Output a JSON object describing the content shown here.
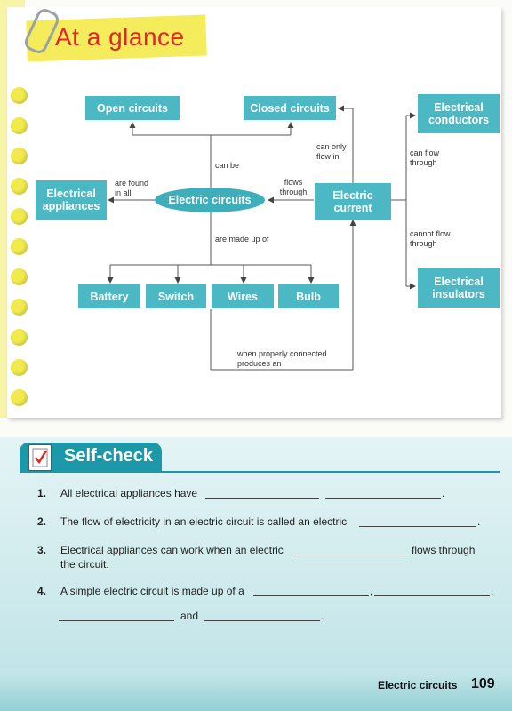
{
  "header": {
    "title": "At a glance"
  },
  "diagram": {
    "nodes": {
      "open": "Open circuits",
      "closed": "Closed circuits",
      "conductors": "Electrical conductors",
      "appliances": "Electrical appliances",
      "circuits": "Electric circuits",
      "current": "Electric current",
      "insulators": "Electrical insulators",
      "battery": "Battery",
      "switch": "Switch",
      "wires": "Wires",
      "bulb": "Bulb"
    },
    "labels": {
      "can_be": "can be",
      "found_in": "are found in all",
      "made_up_of": "are made up of",
      "can_only_flow": "can only flow in",
      "flows_through": "flows through",
      "can_flow_through": "can flow through",
      "cannot_flow_through": "cannot flow through",
      "when_connected": "when properly connected produces an"
    }
  },
  "self_check": {
    "title": "Self-check",
    "questions": [
      {
        "num": "1.",
        "text_a": "All electrical appliances have",
        "text_b": "."
      },
      {
        "num": "2.",
        "text_a": "The flow of electricity in an electric circuit is called an electric",
        "text_b": "."
      },
      {
        "num": "3.",
        "text_a": "Electrical appliances can work when an electric",
        "text_b": "flows through",
        "text_c": "the circuit."
      },
      {
        "num": "4.",
        "text_a": "A simple electric circuit is made up of a",
        "text_b": ",",
        "text_c": ",",
        "text_d": "and",
        "text_e": "."
      }
    ]
  },
  "footer": {
    "chapter": "Electric circuits",
    "page": "109"
  },
  "colors": {
    "box": "#4bb8c4",
    "title_red": "#e2252b",
    "note_yellow": "#f4ec5a",
    "teal": "#1c98a8"
  }
}
